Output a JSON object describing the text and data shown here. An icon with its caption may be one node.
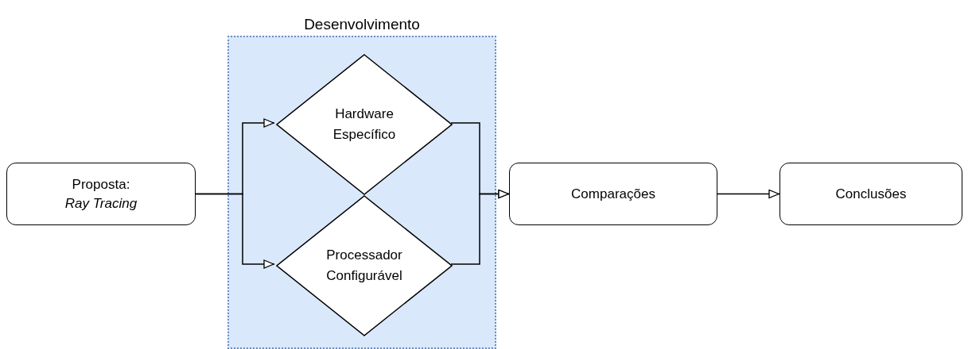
{
  "diagram": {
    "nodes": [
      {
        "text": [
          "Proposta:",
          "Ray Tracing"
        ]
      },
      {
        "text": [
          "Desenvolvimento"
        ]
      },
      {
        "text": [
          "Hardware Específico"
        ],
        "in": 1
      },
      {
        "text": [
          "Processador Configurável"
        ],
        "in": 1
      },
      {
        "text": [
          "Comparações"
        ]
      },
      {
        "text": [
          "Conclusões"
        ]
      }
    ],
    "edges": [
      {
        "from": 0,
        "to": 2,
        "arrow": "to"
      },
      {
        "from": 0,
        "to": 3,
        "arrow": "to"
      },
      {
        "from": 2,
        "to": 4,
        "arrow": "to"
      },
      {
        "from": 3,
        "to": 4,
        "arrow": "to"
      },
      {
        "from": 4,
        "to": 5,
        "arrow": "to"
      }
    ]
  }
}
